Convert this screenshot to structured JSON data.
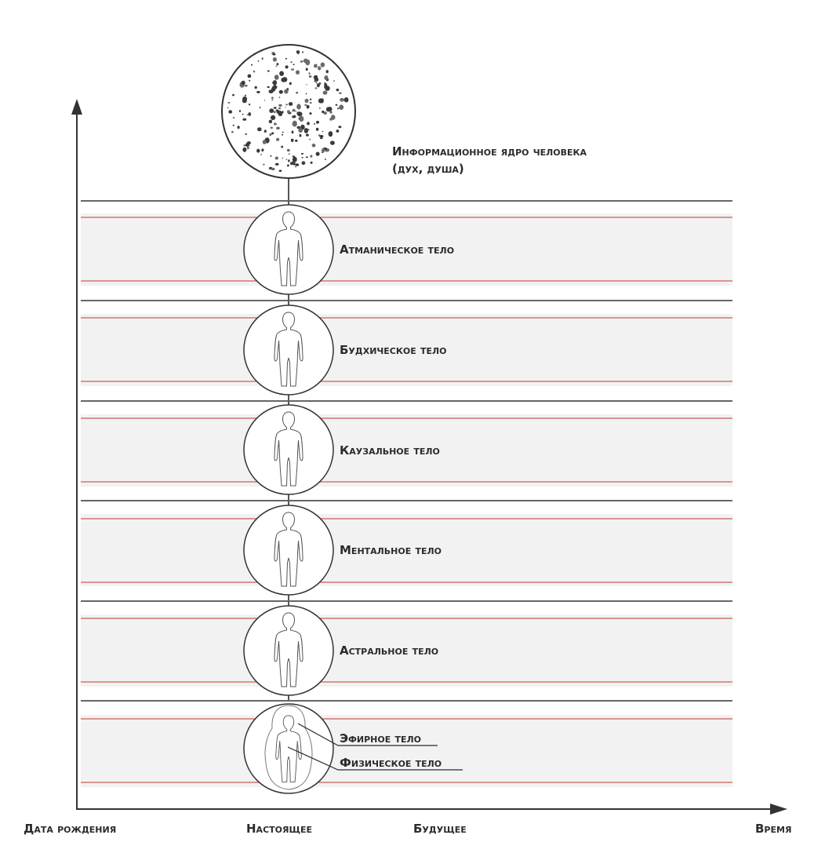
{
  "core": {
    "label_line1": "Информационное ядро человека",
    "label_line2": "(дух, душа)"
  },
  "bodies": [
    {
      "label": "Атманическое тело"
    },
    {
      "label": "Будхическое тело"
    },
    {
      "label": "Каузальное тело"
    },
    {
      "label": "Ментальное тело"
    },
    {
      "label": "Астральное тело"
    }
  ],
  "physical_band": {
    "etheric_label": "Эфирное тело",
    "physical_label": "Физическое тело"
  },
  "axis": {
    "birth_label": "Дата рождения",
    "present_label": "Настоящее",
    "future_label": "Будущее",
    "time_label": "Время"
  },
  "colors": {
    "axis": "#333333",
    "divider": "#666666",
    "band_fill": "#f2f2f2",
    "band_edge": "#c0392b",
    "circle_stroke": "#333333",
    "text": "#2b2b2b"
  }
}
